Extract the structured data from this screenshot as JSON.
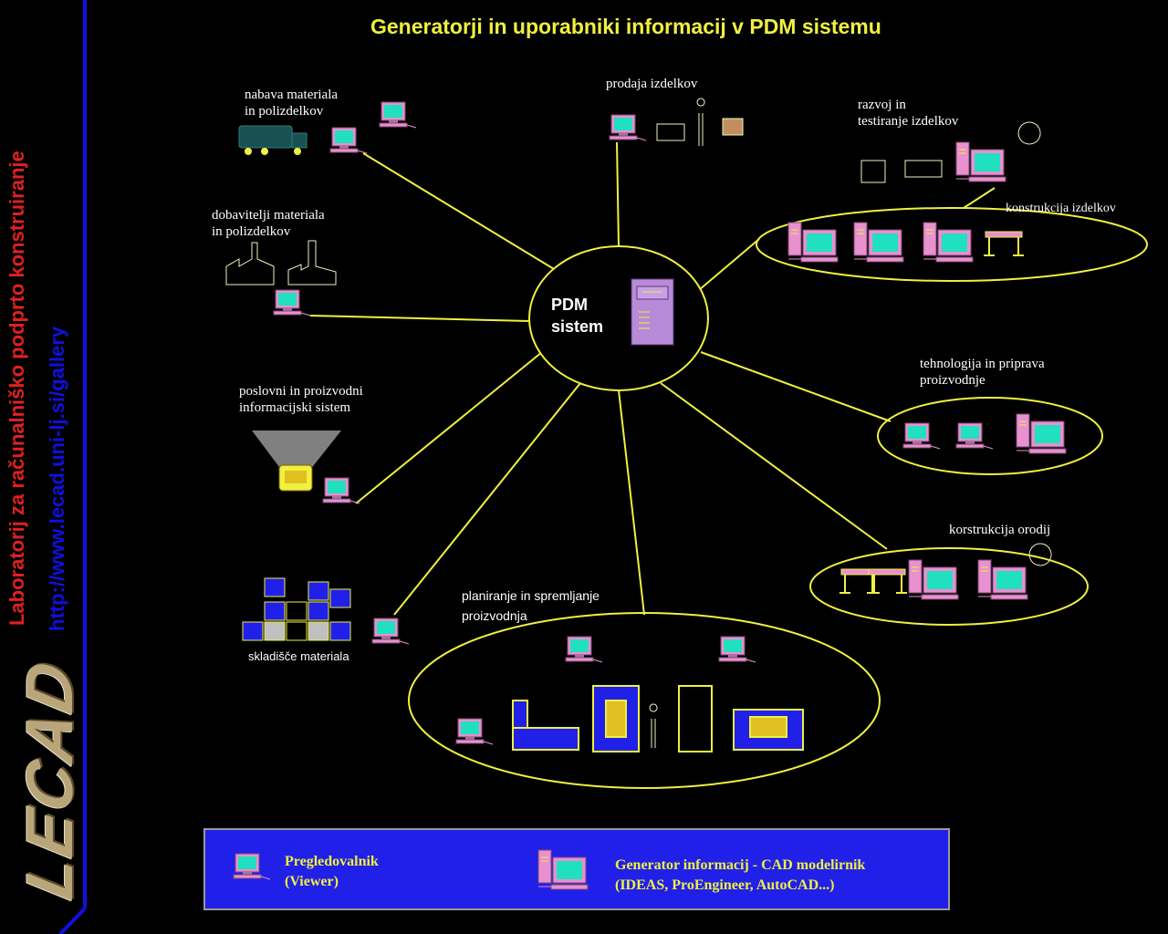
{
  "sidebar": {
    "line1": "Laboratorij za računalniško podprto konstruiranje",
    "line2": "http://www.lecad.uni-lj.si/gallery",
    "logo": "LECAD"
  },
  "title": "Generatorji in uporabniki informacij v PDM sistemu",
  "hub": {
    "line1": "PDM",
    "line2": "sistem"
  },
  "nodes": {
    "nabava": {
      "line1": "nabava materiala",
      "line2": "in polizdelkov"
    },
    "dobavitelji": {
      "line1": "dobavitelji materiala",
      "line2": "in polizdelkov"
    },
    "poslovni": {
      "line1": "poslovni in proizvodni",
      "line2": "informacijski sistem"
    },
    "skladisce": {
      "line1": "skladišče materiala"
    },
    "planiranje": {
      "line1": "planiranje in spremljanje",
      "line2": "proizvodnja"
    },
    "prodaja": {
      "line1": "prodaja izdelkov"
    },
    "razvoj": {
      "line1": "razvoj in",
      "line2": "testiranje izdelkov"
    },
    "konstrukcija": {
      "line1": "konstrukcija izdelkov"
    },
    "tehnologija": {
      "line1": "tehnologija in priprava",
      "line2": "proizvodnje"
    },
    "orodja": {
      "line1": "korstrukcija orodij"
    }
  },
  "legend": {
    "viewer_line1": "Pregledovalnik",
    "viewer_line2": "(Viewer)",
    "generator_line1": "Generator informacij - CAD modelirnik",
    "generator_line2": "(IDEAS, ProEngineer, AutoCAD...)"
  },
  "colors": {
    "background": "#000000",
    "accent_yellow": "#f0f040",
    "sidebar_red": "#e02020",
    "sidebar_blue": "#1010e0",
    "legend_blue": "#2020e8",
    "screen_cyan": "#20e0c0",
    "monitor_pink": "#e890d0"
  }
}
